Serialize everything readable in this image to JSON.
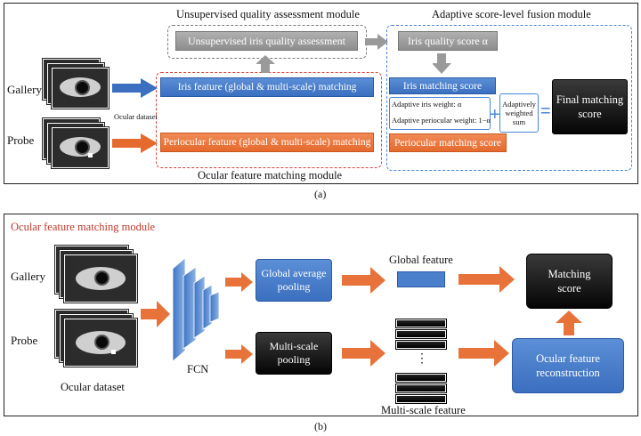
{
  "panel_a": {
    "caption": "(a)",
    "uqa_module_title": "Unsupervised quality assessment module",
    "fusion_module_title": "Adaptive score-level fusion module",
    "ofm_module_title": "Ocular feature matching module",
    "uqa_box": "Unsupervised iris quality assessment",
    "iris_quality_box": "Iris quality score α",
    "iris_feature_box": "Iris feature (global & multi-scale) matching",
    "periocular_feature_box": "Periocular feature (global & multi-scale) matching",
    "iris_matching_box": "Iris matching score",
    "periocular_matching_box": "Periocular matching score",
    "adaptive_iris_weight": "Adaptive iris weight: α",
    "adaptive_periocular_weight": "Adaptive periocular weight: 1−α",
    "adaptive_sum_line1": "Adaptively",
    "adaptive_sum_line2": "weighted",
    "adaptive_sum_line3": "sum",
    "final_line1": "Final matching",
    "final_line2": "score",
    "gallery_label": "Gallery",
    "probe_label": "Probe",
    "ocular_dataset_label": "Ocular dataset",
    "plus_sign": "+",
    "equals_sign": "="
  },
  "panel_b": {
    "caption": "(b)",
    "module_title": "Ocular feature matching module",
    "gallery_label": "Gallery",
    "probe_label": "Probe",
    "ocular_dataset_label": "Ocular dataset",
    "fcn_label": "FCN",
    "gap_line1": "Global average",
    "gap_line2": "pooling",
    "msp_line1": "Multi-scale",
    "msp_line2": "pooling",
    "global_feature_label": "Global feature",
    "multiscale_feature_label": "Multi-scale feature",
    "ellipsis": "⋮",
    "matching_line1": "Matching",
    "matching_line2": "score",
    "reconstruction_line1": "Ocular feature",
    "reconstruction_line2": "reconstruction"
  },
  "colors": {
    "blue": "#4a7fcc",
    "orange": "#e8733a",
    "gray": "#9a9a9a",
    "black": "#111111",
    "red_title": "#c0392b"
  }
}
